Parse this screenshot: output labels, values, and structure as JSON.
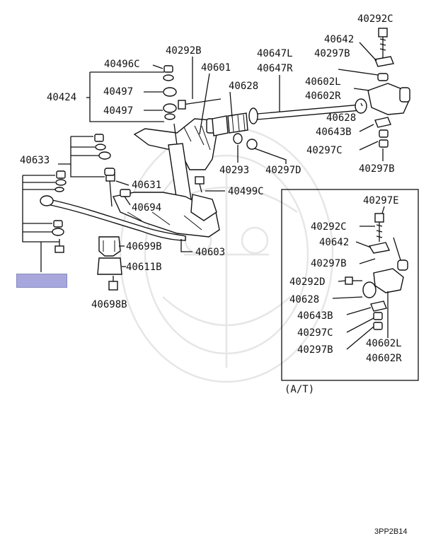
{
  "labels": {
    "p40292C_top": "40292C",
    "p40642_top": "40642",
    "p40297B_top": "40297B",
    "p40292B": "40292B",
    "p40496C": "40496C",
    "p40601": "40601",
    "p40647L": "40647L",
    "p40647R": "40647R",
    "p40424": "40424",
    "p40497a": "40497",
    "p40497b": "40497",
    "p40628_top": "40628",
    "p40602L_top": "40602L",
    "p40602R_top": "40602R",
    "p40628_right": "40628",
    "p40643B_top": "40643B",
    "p40297C_top": "40297C",
    "p40297B_right": "40297B",
    "p40633": "40633",
    "p40293": "40293",
    "p40297D": "40297D",
    "p40631": "40631",
    "p40499C": "40499C",
    "p40694": "40694",
    "p40699B": "40699B",
    "p40603": "40603",
    "p40611B": "40611B",
    "p40698B": "40698B",
    "in40297E": "40297E",
    "in40292C": "40292C",
    "in40642": "40642",
    "in40297B": "40297B",
    "in40292D": "40292D",
    "in40628": "40628",
    "in40643B": "40643B",
    "in40297C": "40297C",
    "in40297B_b": "40297B",
    "in40602L": "40602L",
    "in40602R": "40602R"
  },
  "inset_caption": "(A/T)",
  "diagram_code": "3PP2B14",
  "colors": {
    "highlight": "#a7a7dd",
    "line": "#111111",
    "watermark": "#e6e6e6"
  }
}
